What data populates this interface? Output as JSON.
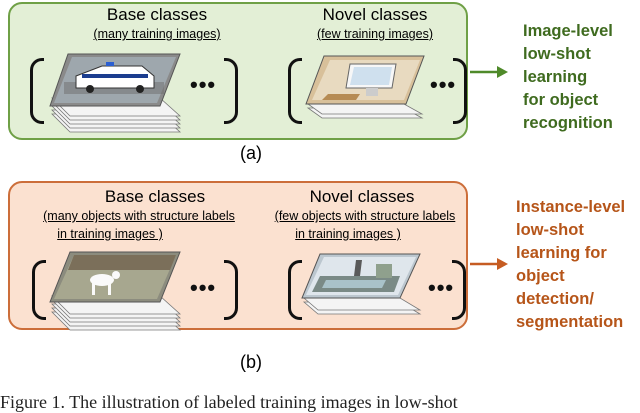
{
  "panel_a": {
    "base": {
      "title": "Base classes",
      "subtitle": "(many training images)"
    },
    "novel": {
      "title": "Novel classes",
      "subtitle": "(few training images)"
    },
    "ellipsis_left": "•••",
    "ellipsis_right": "•••",
    "label": "(a)",
    "outcome": [
      "Image-level",
      "low-shot",
      "learning",
      "for object",
      "recognition"
    ]
  },
  "panel_b": {
    "base": {
      "title": "Base classes",
      "subtitle_lines": [
        "(many objects with structure labels",
        "in training images )"
      ]
    },
    "novel": {
      "title": "Novel classes",
      "subtitle_lines": [
        "(few objects with structure labels",
        "in training images )"
      ]
    },
    "ellipsis_left": "•••",
    "ellipsis_right": "•••",
    "label": "(b)",
    "outcome": [
      "Instance-level",
      "low-shot",
      "learning for",
      "object",
      "detection/",
      "segmentation"
    ]
  },
  "caption": "Figure 1. The illustration of labeled training images in low-shot",
  "colors": {
    "panel_a_fill": "#e3efd6",
    "panel_a_border": "#6fa046",
    "panel_a_text": "#3f6b1f",
    "panel_b_fill": "#fbe1d0",
    "panel_b_border": "#cc6e3a",
    "panel_b_text": "#b65519"
  }
}
